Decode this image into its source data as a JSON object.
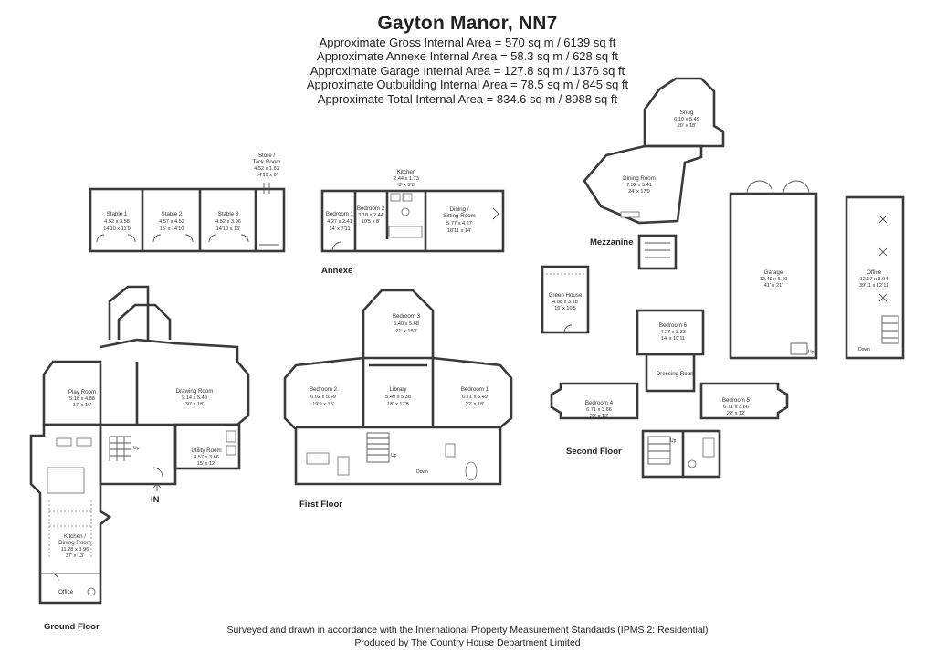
{
  "title": "Gayton Manor, NN7",
  "areas": [
    "Approximate Gross Internal Area = 570 sq m / 6139 sq ft",
    "Approximate Annexe Internal Area = 58.3 sq m / 628 sq ft",
    "Approximate Garage Internal Area = 127.8 sq m / 1376 sq ft",
    "Approximate Outbuilding Internal Area = 78.5 sq m / 845 sq ft",
    "Approximate Total Internal Area = 834.6 sq m / 8988 sq ft"
  ],
  "footer": [
    "Surveyed and drawn in accordance with the International Property Measurement Standards (IPMS 2: Residential)",
    "Produced by The Country House Department Limited"
  ],
  "floor_labels": {
    "annexe": "Annexe",
    "ground": "Ground Floor",
    "first": "First Floor",
    "second": "Second Floor",
    "mezzanine": "Mezzanine"
  },
  "entrance": "IN",
  "stair_labels": {
    "up": "Up",
    "down": "Down"
  },
  "rooms": {
    "stable1": {
      "name": "Stable 1",
      "dims": "4.52 x 3.58",
      "imperial": "14'10 x 11'9"
    },
    "stable2": {
      "name": "Stable 2",
      "dims": "4.57 x 4.52",
      "imperial": "15' x 14'10"
    },
    "stable3": {
      "name": "Stable 3",
      "dims": "4.52 x 3.96",
      "imperial": "14'10 x 13'"
    },
    "store": {
      "name1": "Store /",
      "name2": "Tack Room",
      "dims": "4.52 x 1.83",
      "imperial": "14'10 x 6'"
    },
    "annexe_kitchen": {
      "name": "Kitchen",
      "dims": "2.44 x 1.73",
      "imperial": "8' x 5'8"
    },
    "annexe_bed1": {
      "name": "Bedroom 1",
      "dims": "4.27 x 2.41",
      "imperial": "14' x 7'11"
    },
    "annexe_bed2": {
      "name": "Bedroom 2",
      "dims": "3.18 x 2.44",
      "imperial": "10'5 x 8'"
    },
    "annexe_dining": {
      "name1": "Dining /",
      "name2": "Sitting Room",
      "dims": "5.77 x 4.27",
      "imperial": "18'11 x 14'"
    },
    "play": {
      "name": "Play Room",
      "dims": "5.18 x 4.88",
      "imperial": "17' x 16'"
    },
    "drawing": {
      "name": "Drawing Room",
      "dims": "9.14 x 5.49",
      "imperial": "30' x 18'"
    },
    "utility": {
      "name": "Utility Room",
      "dims": "4.57 x 3.66",
      "imperial": "15' x 12'"
    },
    "kitchen": {
      "name1": "Kitchen /",
      "name2": "Dining Room",
      "dims": "11.28 x 3.96",
      "imperial": "37' x 13'"
    },
    "office_gf": {
      "name": "Office"
    },
    "bed3": {
      "name": "Bedroom 3",
      "dims": "6.40 x 5.68",
      "imperial": "21' x 18'7"
    },
    "bed2": {
      "name": "Bedroom 2",
      "dims": "6.02 x 5.49",
      "imperial": "19'9 x 18'"
    },
    "library": {
      "name": "Library",
      "dims": "5.49 x 5.38",
      "imperial": "18' x 17'8"
    },
    "bed1": {
      "name": "Bedroom 1",
      "dims": "6.71 x 5.49",
      "imperial": "22' x 18'"
    },
    "greenhouse": {
      "name": "Green House",
      "dims": "4.88 x 3.18",
      "imperial": "16' x 10'5"
    },
    "snug": {
      "name": "Snug",
      "dims": "6.10 x 5.49",
      "imperial": "20' x 18'"
    },
    "dining_mz": {
      "name": "Dining Room",
      "dims": "7.32 x 5.41",
      "imperial": "24' x 17'9"
    },
    "garage": {
      "name": "Garage",
      "dims": "12.40 x 6.40",
      "imperial": "41' x 21'"
    },
    "office_out": {
      "name": "Office",
      "dims": "12.17 x 3.94",
      "imperial": "39'11 x 12'11"
    },
    "bed6": {
      "name": "Bedroom 6",
      "dims": "4.27 x 3.33",
      "imperial": "14' x 10'11"
    },
    "dressing": {
      "name": "Dressing Room"
    },
    "bed4": {
      "name": "Bedroom 4",
      "dims": "6.71 x 3.66",
      "imperial": "22' x 12'"
    },
    "bed5": {
      "name": "Bedroom 5",
      "dims": "6.71 x 3.66",
      "imperial": "22' x 12'"
    }
  }
}
